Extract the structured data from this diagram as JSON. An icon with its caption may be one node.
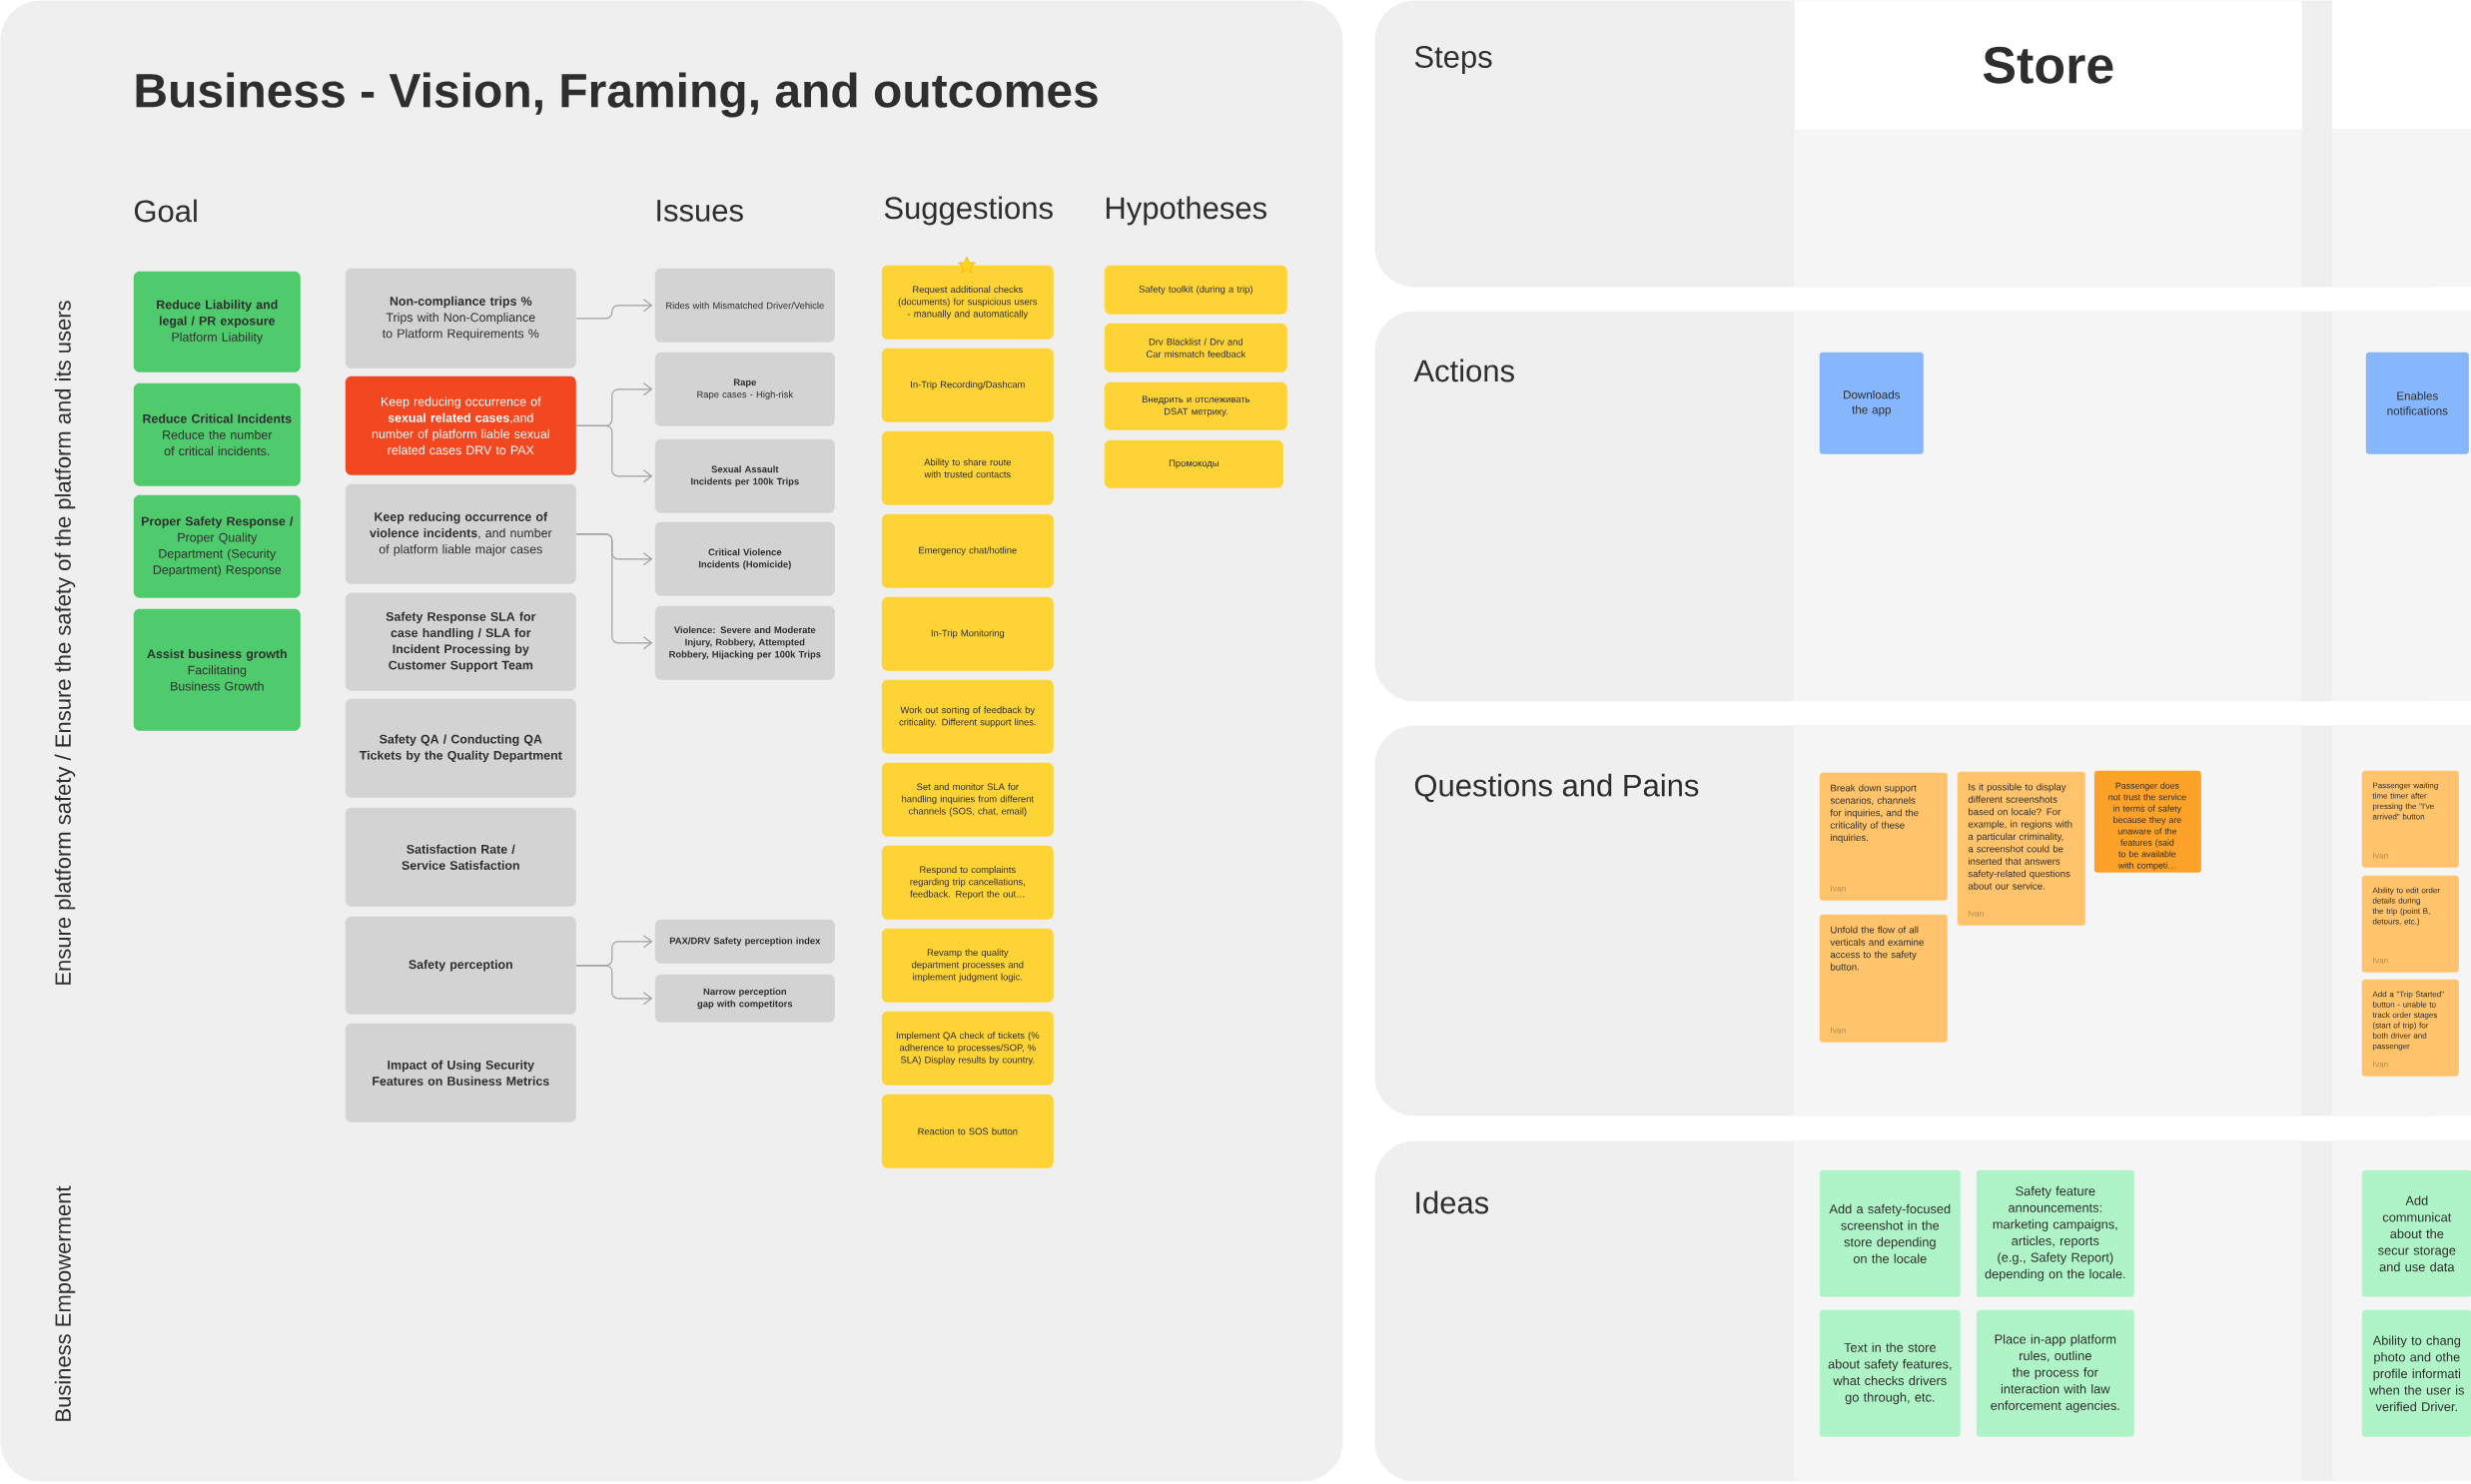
{
  "diagram": {
    "nodes": [
      {
        "text": [
          "Business - Vision, Framing, and outcomes"
        ]
      },
      {
        "text": [
          "Reduce Liability and legal / PR exposure",
          "Platform Liability"
        ],
        "in": 0
      },
      {
        "text": [
          "Reduce Critical Incidents",
          "Reduce the number of critical incidents."
        ],
        "in": 0
      },
      {
        "text": [
          "Proper Safety Response /",
          "Proper Quality Department (Security Department) Response"
        ],
        "in": 0
      },
      {
        "text": [
          "Assist business growth",
          "Facilitating Business Growth"
        ],
        "in": 0
      },
      {
        "text": [
          "Non-compliance trips %",
          "Trips with Non-Compliance to Platform Requirements %"
        ],
        "in": 0
      },
      {
        "text": [
          "Keep reducing occurrence of **sexual related cases**,and number of platform liable sexual related cases DRV to PAX"
        ],
        "in": 0
      },
      {
        "text": [
          "**Keep reducing occurrence of violence incidents**, and number of platform liable major cases"
        ],
        "in": 0
      },
      {
        "text": [
          "Safety Response SLA for case handling / SLA for Incident Processing by Customer Support Team"
        ],
        "in": 0
      },
      {
        "text": [
          "Safety QA / Conducting QA Tickets by the Quality Department"
        ],
        "in": 0
      },
      {
        "text": [
          "Satisfaction Rate / Service Satisfaction"
        ],
        "in": 0
      },
      {
        "text": [
          "Safety perception"
        ],
        "in": 0
      },
      {
        "text": [
          "Impact of Using Security Features on Business Metrics"
        ],
        "in": 0
      },
      {
        "text": [
          "Rides with Mismatched Driver/Vehicle"
        ],
        "in": 0
      },
      {
        "text": [
          "Rape",
          "Rape cases - High-risk"
        ],
        "in": 0
      },
      {
        "text": [
          "Sexual Assault Incidents per 100k Trips"
        ],
        "in": 0
      },
      {
        "text": [
          "Critical Violence Incidents (Homicide)"
        ],
        "in": 0
      },
      {
        "text": [
          "Violence: Severe and Moderate Injury, Robbery, Attempted Robbery, Hijacking per 100k Trips"
        ],
        "in": 0
      },
      {
        "text": [
          "PAX/DRV Safety perception index"
        ],
        "in": 0
      },
      {
        "text": [
          "Narrow perception gap with competitors"
        ],
        "in": 0
      },
      {
        "text": [
          "Request additional checks (documents) for suspicious users - manually and automatically"
        ],
        "in": 0
      },
      {
        "text": [
          "In-Trip Recording/Dashcam"
        ],
        "in": 0
      },
      {
        "text": [
          "Ability to share route with trusted contacts"
        ],
        "in": 0
      },
      {
        "text": [
          "Emergency chat/hotline"
        ],
        "in": 0
      },
      {
        "text": [
          "In-Trip Monitoring"
        ],
        "in": 0
      },
      {
        "text": [
          "Work out sorting of feedback by criticality. Different support lines."
        ],
        "in": 0
      },
      {
        "text": [
          "Set and monitor SLA for handling inquiries from different channels (SOS, chat, email)"
        ],
        "in": 0
      },
      {
        "text": [
          "Respond to complaints regarding trip cancellations, feedback. Report the out…"
        ],
        "in": 0
      },
      {
        "text": [
          "Revamp the quality department processes and implement judgment logic."
        ],
        "in": 0
      },
      {
        "text": [
          "Implement QA check of tickets (% adherence to processes/SOP, % SLA) Display results by country."
        ],
        "in": 0
      },
      {
        "text": [
          "Reaction to SOS button"
        ],
        "in": 0
      },
      {
        "text": [
          "Safety toolkit (during a trip)"
        ],
        "in": 0
      },
      {
        "text": [
          "Drv Blacklist / Drv and Car mismatch feedback"
        ],
        "in": 0
      },
      {
        "text": [
          "Внедрить и отслеживать DSAT метрику."
        ],
        "in": 0
      },
      {
        "text": [
          "Промокоды"
        ],
        "in": 0
      },
      {
        "text": [
          "Steps"
        ]
      },
      {
        "text": [
          "Store"
        ],
        "in": 35
      },
      {
        "text": [
          "Actions"
        ]
      },
      {
        "text": [
          "Downloads the app"
        ],
        "in": 37
      },
      {
        "text": [
          "Enables notifications"
        ],
        "in": 37
      },
      {
        "text": [
          "Questions and Pains"
        ]
      },
      {
        "text": [
          "Break down support scenarios, channels for inquiries, and the criticality of these inquiries.",
          "Ivan"
        ],
        "in": 40
      },
      {
        "text": [
          "Unfold the flow of all verticals and examine access to the safety button.",
          "Ivan"
        ],
        "in": 40
      },
      {
        "text": [
          "Is it possible to display different screenshots based on locale? For example, in regions with a particular criminality, a screenshot could be inserted that answers safety-related questions about our service.",
          "Ivan"
        ],
        "in": 40
      },
      {
        "text": [
          "Passenger does not trust the service in terms of safety because they are unaware of the features (said to be available with competi…"
        ],
        "in": 40
      },
      {
        "text": [
          "Passenger waiting time timer after pressing the \"I've arrived\" button",
          "Ivan"
        ],
        "in": 40
      },
      {
        "text": [
          "Ability to edit order details during the trip (point B, detours, etc.)",
          "Ivan"
        ],
        "in": 40
      },
      {
        "text": [
          "Add a \"Trip Started\" button - unable to track order stages (start of trip) for both driver and passenger",
          "Ivan"
        ],
        "in": 40
      },
      {
        "text": [
          "Ideas"
        ]
      },
      {
        "text": [
          "Add a safety-focused screenshot in the store depending on the locale"
        ],
        "in": 48
      },
      {
        "text": [
          "Text in the store about safety features, what checks drivers go through, etc."
        ],
        "in": 48
      },
      {
        "text": [
          "Safety feature announcements: marketing campaigns, articles, reports (e.g., Safety Report) depending on the locale."
        ],
        "in": 48
      },
      {
        "text": [
          "Place in-app platform rules, outline the process for interaction with law enforcement agencies."
        ],
        "in": 48
      },
      {
        "text": [
          "Add communicat about the secur storage and use data"
        ],
        "in": 48
      },
      {
        "text": [
          "Ability to chang photo and othe profile informati when the user is verified Driver."
        ],
        "in": 48
      }
    ],
    "edges": [
      {
        "from": 5,
        "to": 13,
        "arrow": "to"
      },
      {
        "from": 6,
        "to": 14,
        "arrow": "to"
      },
      {
        "from": 6,
        "to": 15,
        "arrow": "to"
      },
      {
        "from": 7,
        "to": 16,
        "arrow": "to"
      },
      {
        "from": 7,
        "to": 17,
        "arrow": "to"
      },
      {
        "from": 11,
        "to": 18,
        "arrow": "to"
      },
      {
        "from": 11,
        "to": 19,
        "arrow": "to"
      }
    ],
    "labels": [
      "Goal",
      "Issues",
      "Suggestions",
      "Hypotheses",
      "Ensure platform safety / Ensure the safety of the platform and its users",
      "Business Empowerment"
    ]
  }
}
